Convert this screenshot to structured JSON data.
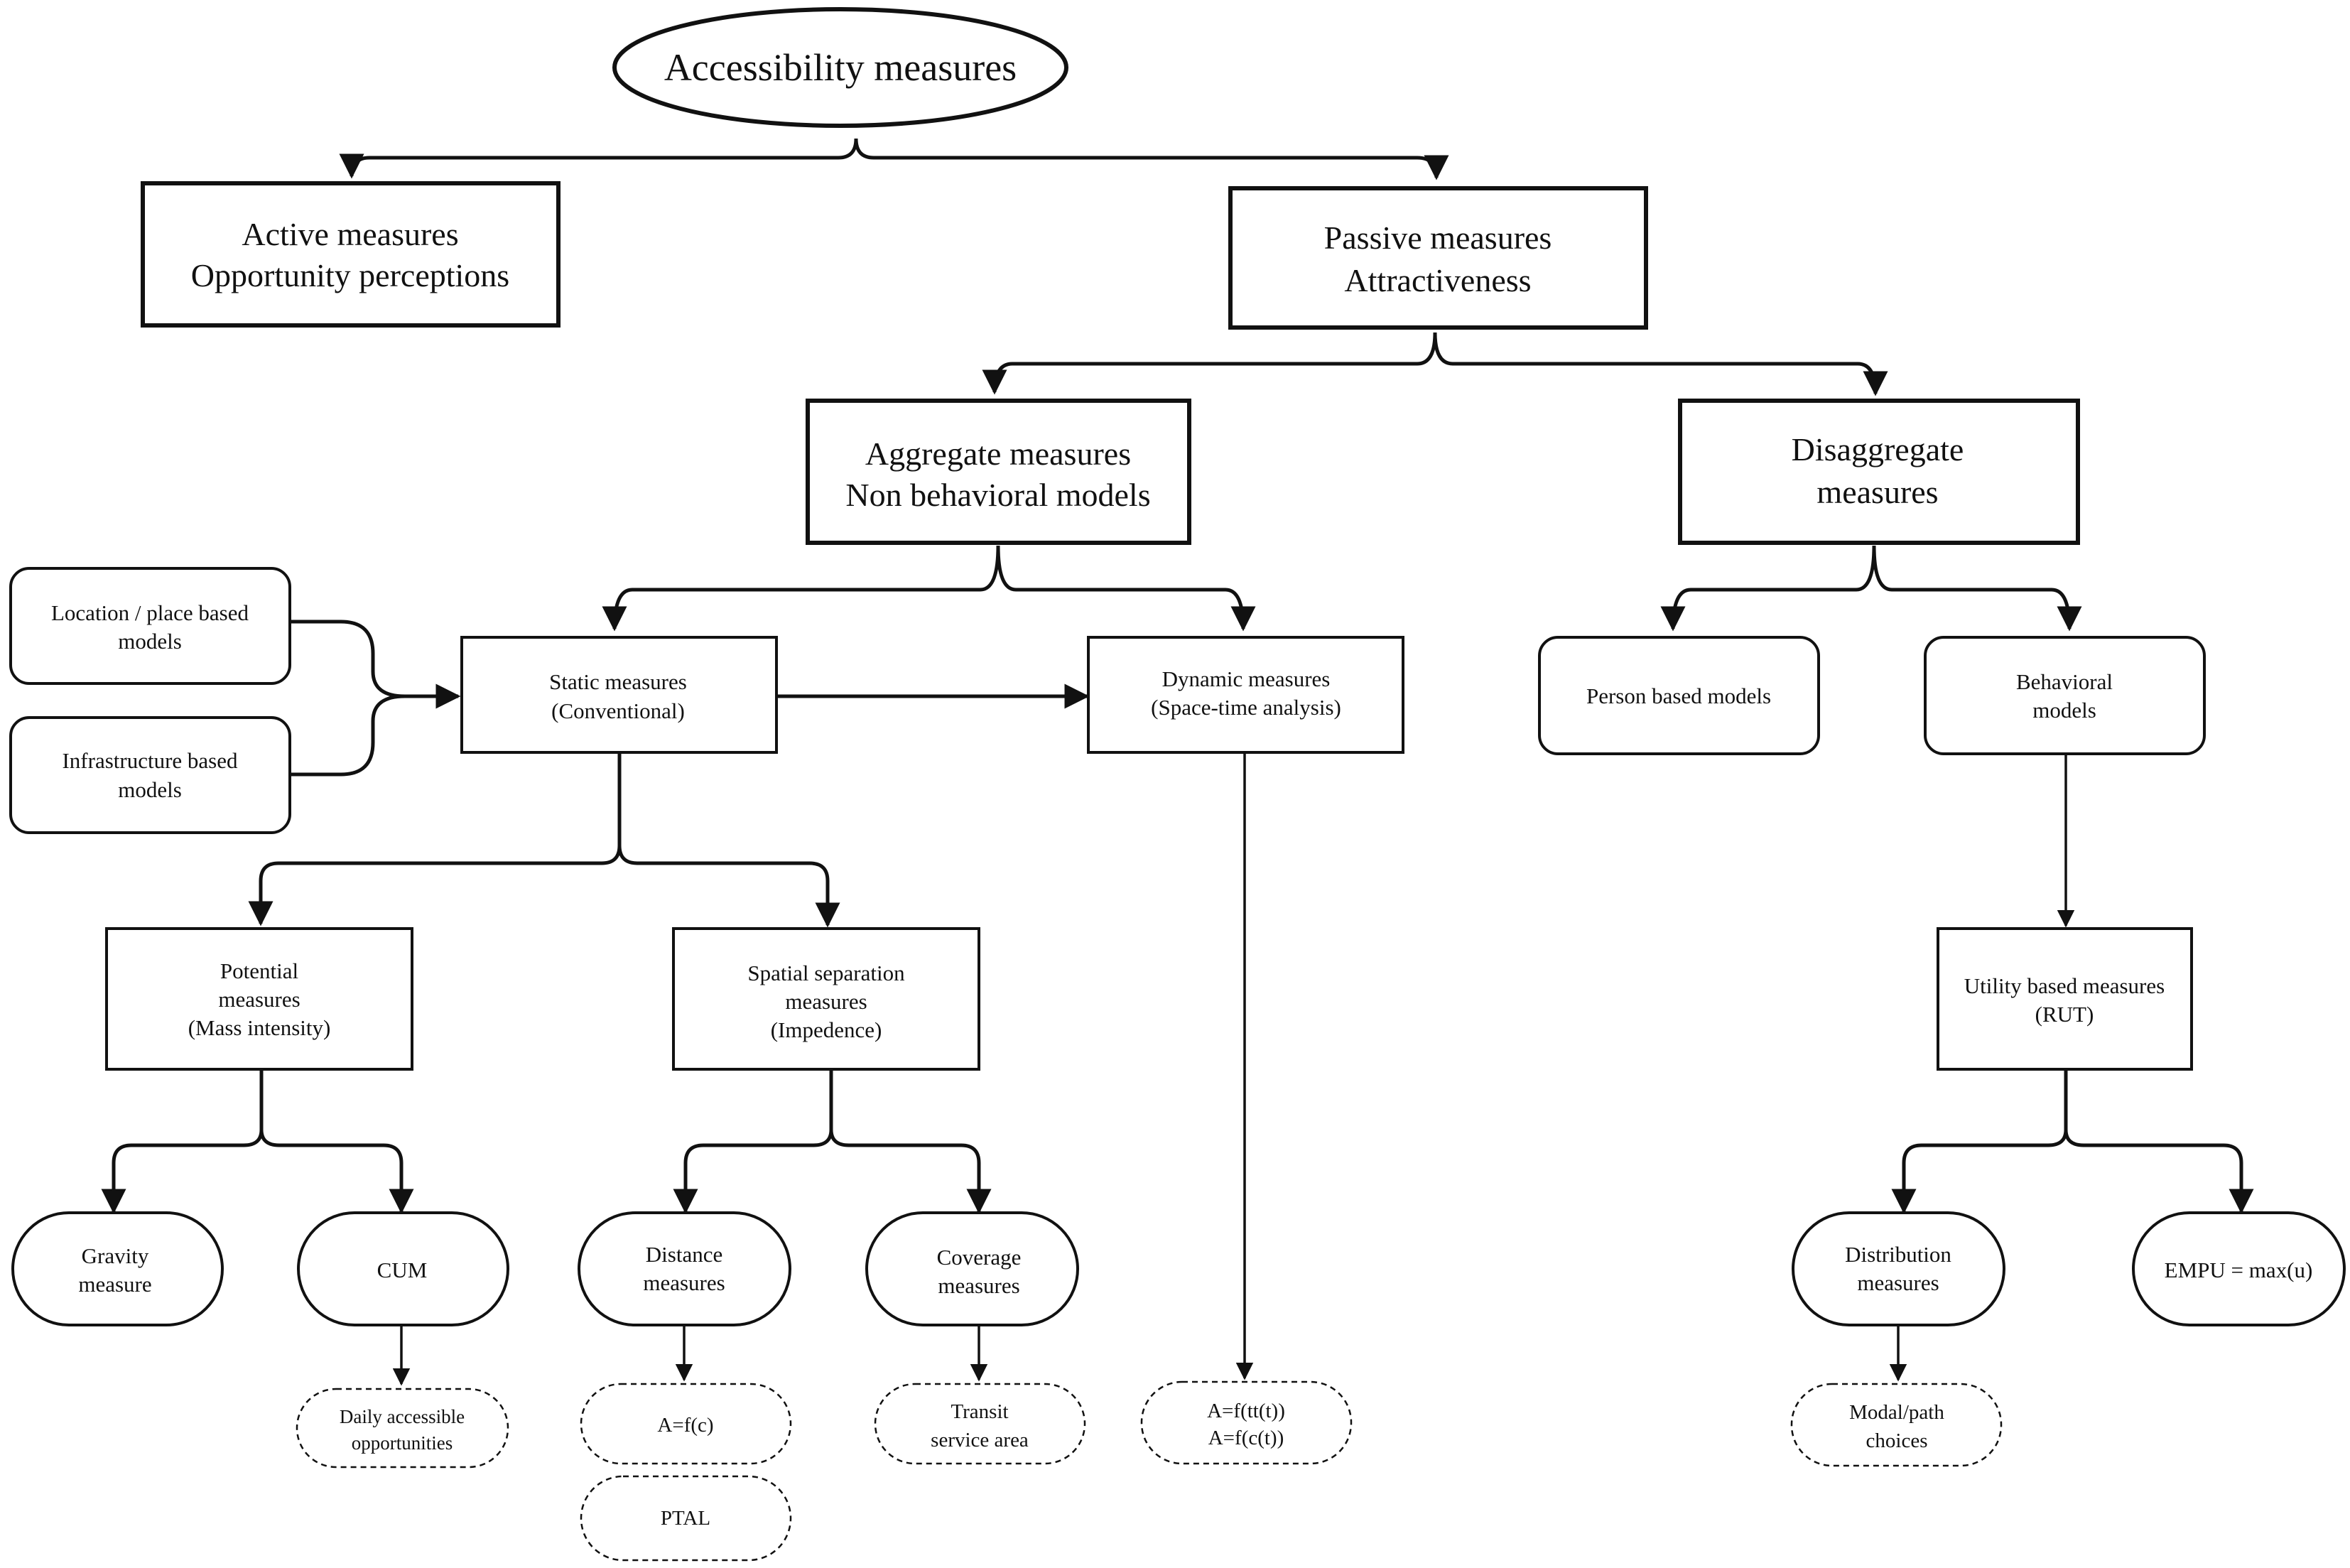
{
  "diagram": {
    "root": {
      "line1": "Accessibility  measures"
    },
    "active": {
      "line1": "Active measures",
      "line2": "Opportunity perceptions"
    },
    "passive": {
      "line1": "Passive measures",
      "line2": "Attractiveness"
    },
    "aggregate": {
      "line1": "Aggregate measures",
      "line2": "Non behavioral models"
    },
    "disaggregate": {
      "line1": "Disaggregate",
      "line2": "measures"
    },
    "location": {
      "line1": "Location / place based",
      "line2": "models"
    },
    "infrastructure": {
      "line1": "Infrastructure based",
      "line2": "models"
    },
    "static": {
      "line1": "Static measures",
      "line2": "(Conventional)"
    },
    "dynamic": {
      "line1": "Dynamic measures",
      "line2": "(Space-time analysis)"
    },
    "person": {
      "line1": "Person based models"
    },
    "behavioral": {
      "line1": "Behavioral",
      "line2": "models"
    },
    "potential": {
      "line1": "Potential",
      "line2": "measures",
      "line3": "(Mass intensity)"
    },
    "spatial": {
      "line1": "Spatial separation",
      "line2": "measures",
      "line3": "(Impedence)"
    },
    "utility": {
      "line1": "Utility based measures",
      "line2": "(RUT)"
    },
    "gravity": {
      "line1": "Gravity",
      "line2": "measure"
    },
    "cum": {
      "line1": "CUM"
    },
    "distance": {
      "line1": "Distance",
      "line2": "measures"
    },
    "coverage": {
      "line1": "Coverage",
      "line2": "measures"
    },
    "distribution": {
      "line1": "Distribution",
      "line2": "measures"
    },
    "empu": {
      "line1": "EMPU = max(u)"
    },
    "daily": {
      "line1": "Daily accessible",
      "line2": "opportunities"
    },
    "afc": {
      "line1": "A=f(c)"
    },
    "ptal": {
      "line1": "PTAL"
    },
    "transit": {
      "line1": "Transit",
      "line2": "service area"
    },
    "aftt": {
      "line1": "A=f(tt(t))",
      "line2": "A=f(c(t))"
    },
    "modal": {
      "line1": "Modal/path",
      "line2": "choices"
    }
  },
  "colors": {
    "stroke": "#111111",
    "background": "#ffffff",
    "text": "#111111"
  }
}
